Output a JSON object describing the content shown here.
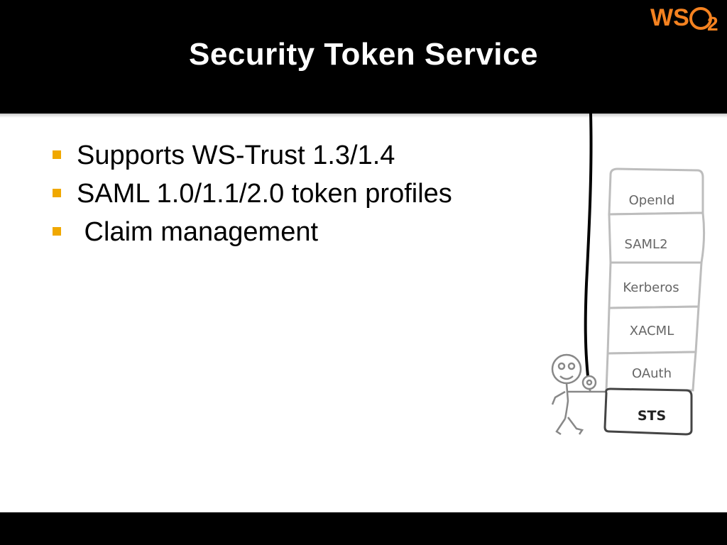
{
  "slide": {
    "title": "Security Token Service",
    "logo_text": "WS",
    "logo_subscript": "2",
    "bullets": [
      "Supports WS-Trust 1.3/1.4",
      "SAML 1.0/1.1/2.0 token profiles",
      " Claim management"
    ],
    "accent_color": "#f0a800"
  },
  "illustration": {
    "stack_blocks": [
      "OpenId",
      "SAML2",
      "Kerberos",
      "XACML",
      "OAuth",
      "STS"
    ]
  }
}
